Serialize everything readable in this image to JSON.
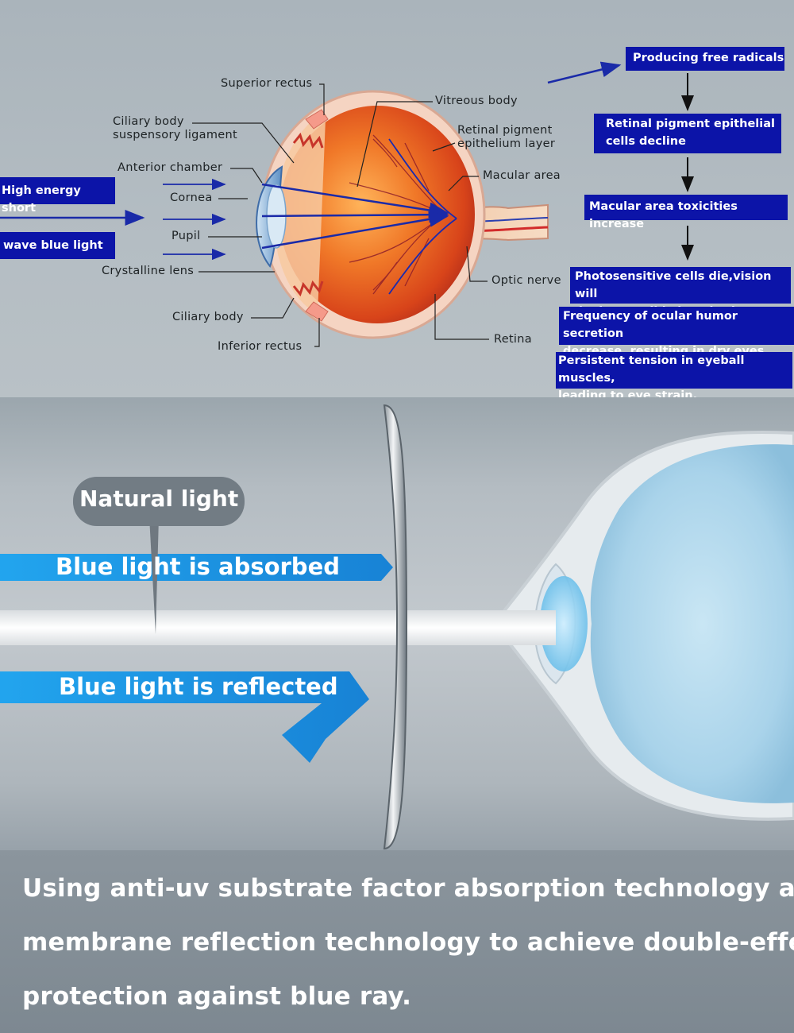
{
  "eye_labels": {
    "superior_rectus": "Superior rectus",
    "ciliary_suspensory_1": "Ciliary body",
    "ciliary_suspensory_2": "suspensory ligament",
    "anterior_chamber": "Anterior chamber",
    "cornea": "Cornea",
    "pupil": "Pupil",
    "crystalline_lens": "Crystalline lens",
    "ciliary_body": "Ciliary body",
    "inferior_rectus": "Inferior rectus",
    "vitreous_body": "Vitreous body",
    "retinal_pigment_1": "Retinal pigment",
    "retinal_pigment_2": "epithelium layer",
    "macular_area": "Macular area",
    "optic_nerve": "Optic nerve",
    "retina": "Retina"
  },
  "light_source": {
    "line1": "High energy short",
    "line2": "wave blue light"
  },
  "effects_flow": [
    {
      "lines": [
        "Producing free radicals"
      ]
    },
    {
      "lines": [
        "Retinal pigment epithelial",
        "cells decline"
      ]
    },
    {
      "lines": [
        "Macular area toxicities increase"
      ]
    },
    {
      "lines": [
        "Photosensitive cells die,vision will",
        "be irreversibly impaired."
      ]
    },
    {
      "lines": [
        "Frequency of ocular humor secretion",
        "decrease, resulting in dry eyes."
      ]
    },
    {
      "lines": [
        "Persistent tension in eyeball muscles,",
        "leading to eye strain."
      ]
    }
  ],
  "lens_diagram": {
    "natural_light": "Natural light",
    "absorbed": "Blue light is absorbed",
    "reflected": "Blue light is reflected"
  },
  "footer": {
    "line1": "Using anti-uv substrate factor absorption technology and",
    "line2": "membrane reflection technology to achieve double-effect",
    "line3": "protection against blue ray."
  },
  "colors": {
    "box_blue": "#0c14a8",
    "arrow_blue": "#1f9be8",
    "eye_orange": "#e85b1a"
  }
}
